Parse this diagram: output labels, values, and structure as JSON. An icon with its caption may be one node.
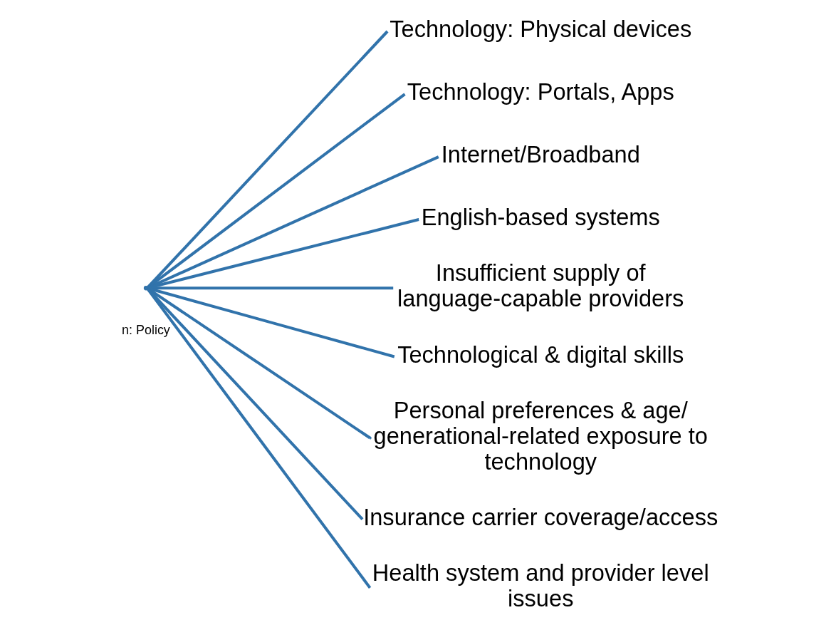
{
  "diagram": {
    "nodes": [
      {
        "text": [],
        "shape": "point"
      },
      {
        "text": [
          "Technology: Physical devices"
        ]
      },
      {
        "text": [
          "Technology: Portals, Apps"
        ]
      },
      {
        "text": [
          "Internet/Broadband"
        ]
      },
      {
        "text": [
          "English-based systems"
        ]
      },
      {
        "text": [
          "Insufficient supply of language-capable providers"
        ]
      },
      {
        "text": [
          "Technological & digital skills"
        ]
      },
      {
        "text": [
          "Personal preferences & age/ generational-related exposure to technology"
        ]
      },
      {
        "text": [
          "Insurance carrier coverage/access"
        ]
      },
      {
        "text": [
          "Health system and provider level issues"
        ]
      }
    ],
    "edges": [
      {
        "from": 0,
        "to": 1,
        "arrow": "none",
        "color": "#3173ab"
      },
      {
        "from": 0,
        "to": 2,
        "arrow": "none",
        "color": "#3173ab"
      },
      {
        "from": 0,
        "to": 3,
        "arrow": "none",
        "color": "#3173ab"
      },
      {
        "from": 0,
        "to": 4,
        "arrow": "none",
        "color": "#3173ab"
      },
      {
        "from": 0,
        "to": 5,
        "arrow": "none",
        "color": "#3173ab"
      },
      {
        "from": 0,
        "to": 6,
        "arrow": "none",
        "color": "#3173ab"
      },
      {
        "from": 0,
        "to": 7,
        "arrow": "none",
        "color": "#3173ab"
      },
      {
        "from": 0,
        "to": 8,
        "arrow": "none",
        "color": "#3173ab"
      },
      {
        "from": 0,
        "to": 9,
        "arrow": "none",
        "color": "#3173ab"
      }
    ],
    "labels": [
      "n: Policy"
    ]
  }
}
